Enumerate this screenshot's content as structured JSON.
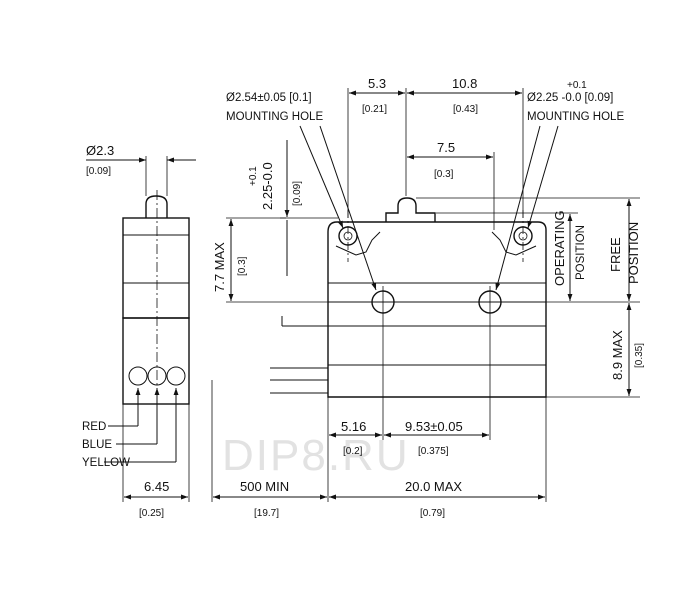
{
  "watermark": "DIP8.RU",
  "side_view": {
    "diameter_dim": "Ø2.3",
    "diameter_dim_in": "[0.09]",
    "width_dim": "6.45",
    "width_dim_in": "[0.25]",
    "wires": [
      "RED",
      "BLUE",
      "YELLOW"
    ]
  },
  "front_view": {
    "hole_left_label_1": "Ø2.54±0.05 [0.1]",
    "hole_left_label_2": "MOUNTING HOLE",
    "hole_right_tol": "+0.1",
    "hole_right_label_1": "Ø2.25 -0.0 [0.09]",
    "hole_right_label_2": "MOUNTING HOLE",
    "dim_5_3": "5.3",
    "dim_5_3_in": "[0.21]",
    "dim_10_8": "10.8",
    "dim_10_8_in": "[0.43]",
    "dim_7_5": "7.5",
    "dim_7_5_in": "[0.3]",
    "vert_tol_a": "+0.1",
    "vert_tol_b": "2.25-0.0",
    "vert_tol_in": "[0.09]",
    "dim_7_7": "7.7 MAX",
    "dim_7_7_in": "[0.3]",
    "operating_1": "OPERATING",
    "operating_2": "POSITION",
    "free_1": "FREE",
    "free_2": "POSITION",
    "dim_8_9": "8.9 MAX",
    "dim_8_9_in": "[0.35]",
    "dim_5_16": "5.16",
    "dim_5_16_in": "[0.2]",
    "dim_9_53": "9.53±0.05",
    "dim_9_53_in": "[0.375]",
    "dim_500": "500 MIN",
    "dim_500_in": "[19.7]",
    "dim_20": "20.0 MAX",
    "dim_20_in": "[0.79]"
  }
}
